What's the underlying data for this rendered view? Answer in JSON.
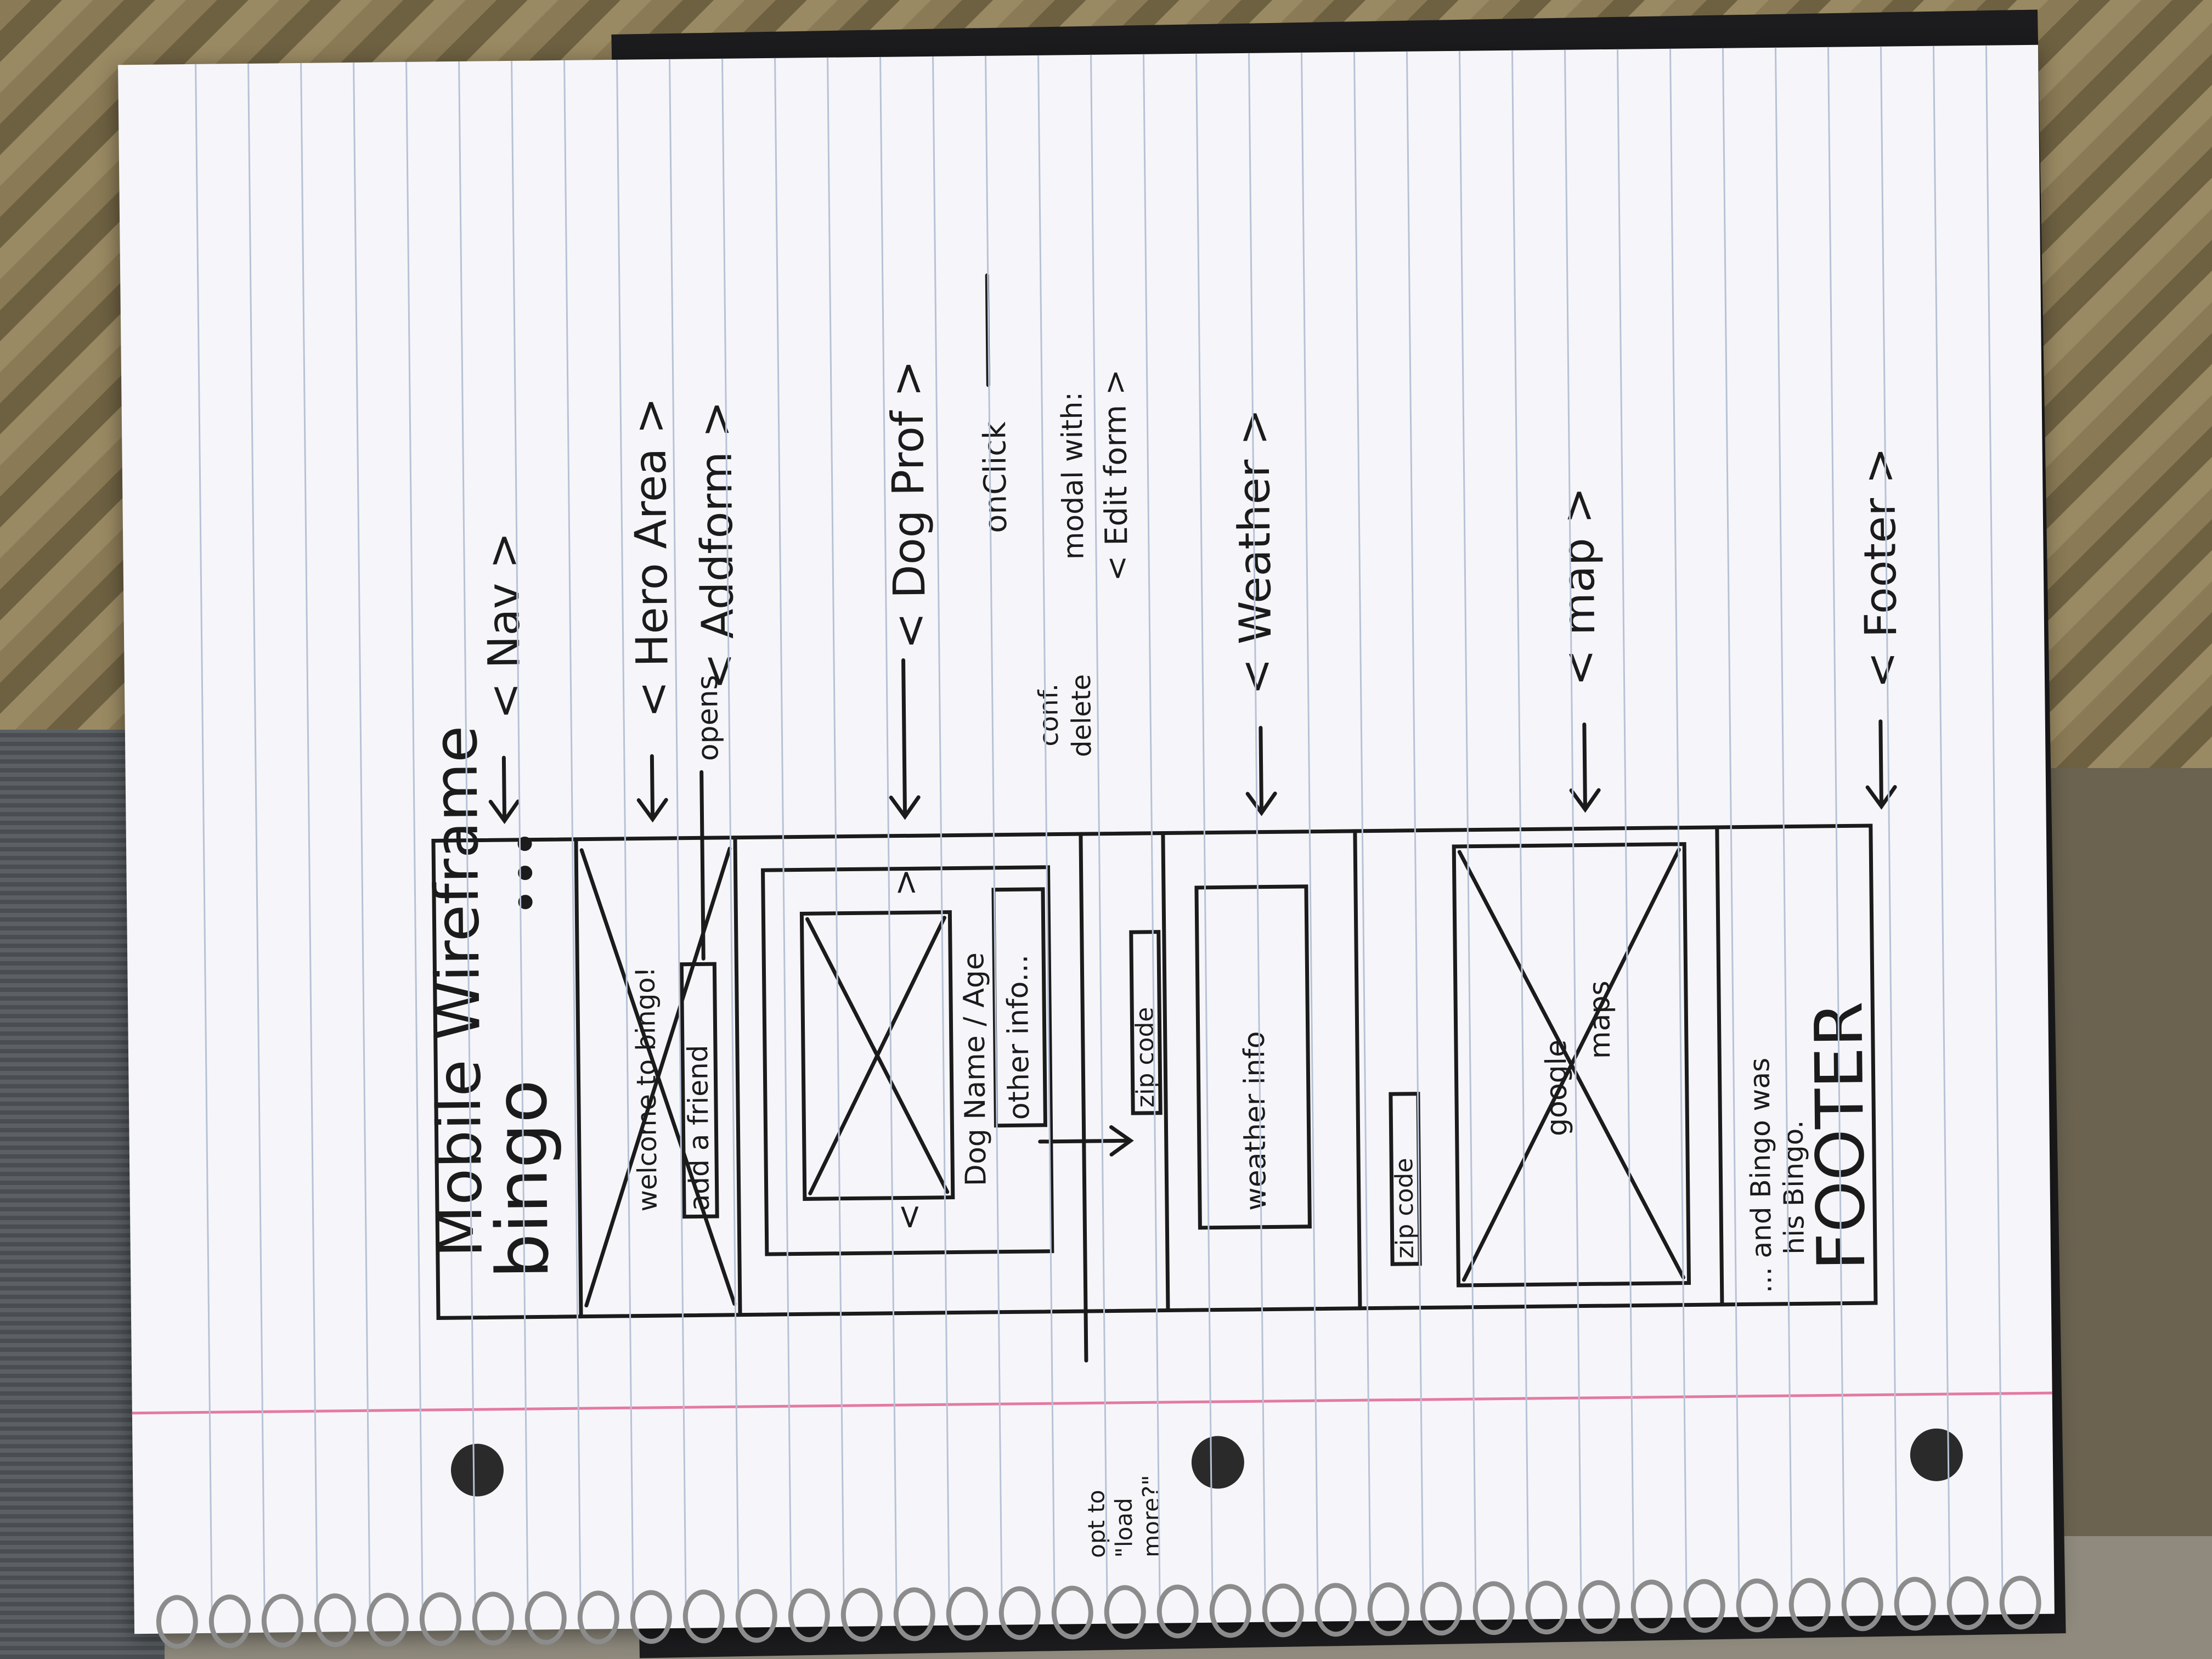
{
  "title": "Mobile Wireframe",
  "wireframe": {
    "nav": {
      "logo": "bingo",
      "menu": "•••"
    },
    "hero": {
      "text": "welcome to bingo!",
      "button": "add a friend"
    },
    "dog_profile": {
      "name": "Dog Name / Age",
      "other": "other info...",
      "left_arrow": "<",
      "right_arrow": ">"
    },
    "weather": {
      "zip": "zip code",
      "info": "weather info"
    },
    "map": {
      "zip": "zip code",
      "label_1": "google",
      "label_2": "maps"
    },
    "footer": {
      "tagline_1": "... and Bingo was",
      "tagline_2": "his Bingo.",
      "label": "FOOTER"
    }
  },
  "annotations": {
    "nav": "< Nav >",
    "hero": "< Hero Area >",
    "opens": "opens",
    "addform": "< Addform >",
    "dogprof": "< Dog Prof >",
    "onclick": "onClick",
    "modal_with": "modal with:",
    "editform": "< Edit form >",
    "conf": "conf.",
    "delete": "delete",
    "weather": "< Weather >",
    "map": "< map >",
    "footer": "< Footer >",
    "load_more_1": "opt to",
    "load_more_2": "\"load",
    "load_more_3": "more?\""
  }
}
